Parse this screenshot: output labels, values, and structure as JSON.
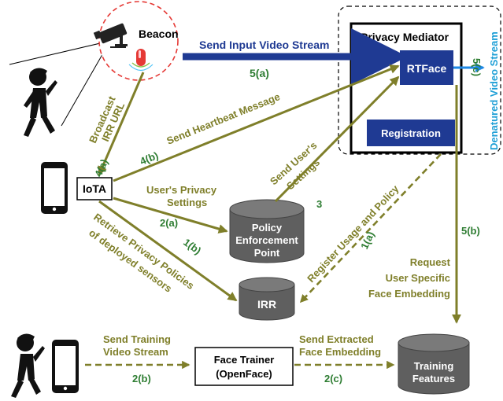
{
  "nodes": {
    "beacon": "Beacon",
    "privacy_mediator": "Privacy Mediator",
    "rtface": "RTFace",
    "registration": "Registration",
    "iota": "IoTA",
    "pep": [
      "Policy",
      "Enforcement",
      "Point"
    ],
    "irr": "IRR",
    "face_trainer": [
      "Face Trainer",
      "(OpenFace)"
    ],
    "training_features": [
      "Training",
      "Features"
    ]
  },
  "edges": {
    "send_input_video": {
      "label": "Send Input Video Stream",
      "step": "5(a)"
    },
    "denatured_video": {
      "label": "Denatured Video Stream",
      "step": "5(c)"
    },
    "broadcast_irr": {
      "label": [
        "Broadcast",
        "IRR URL"
      ],
      "step": "4(a)"
    },
    "heartbeat": {
      "label": "Send Heartbeat Message",
      "step": "4(b)"
    },
    "users_privacy": {
      "label": [
        "User's Privacy",
        "Settings"
      ],
      "step": "2(a)"
    },
    "send_users_settings": {
      "label": [
        "Send  User's",
        "Settings"
      ],
      "step": "3"
    },
    "retrieve_policies": {
      "label": [
        "Retrieve Privacy Policies",
        "of deployed sensors"
      ],
      "step": "1(b)"
    },
    "register_usage": {
      "label": "Register Usage and Policy",
      "step": "1(a)"
    },
    "request_embedding": {
      "label": [
        "Request",
        "User Specific",
        "Face Embedding"
      ],
      "step": "5(b)"
    },
    "send_training": {
      "label": [
        "Send Training",
        "Video Stream"
      ],
      "step": "2(b)"
    },
    "send_extracted": {
      "label": [
        "Send Extracted",
        "Face Embedding"
      ],
      "step": "2(c)"
    }
  },
  "colors": {
    "olive": "#7f7f2a",
    "green": "#2e7d32",
    "navy": "#1f3a93",
    "cyan": "#1e9fd6",
    "cylinder": "#5f5f5f",
    "beacon_ring": "#e53935"
  },
  "icons": [
    "camera-icon",
    "beacon-led-icon",
    "smartphone-icon",
    "walking-person-icon"
  ]
}
